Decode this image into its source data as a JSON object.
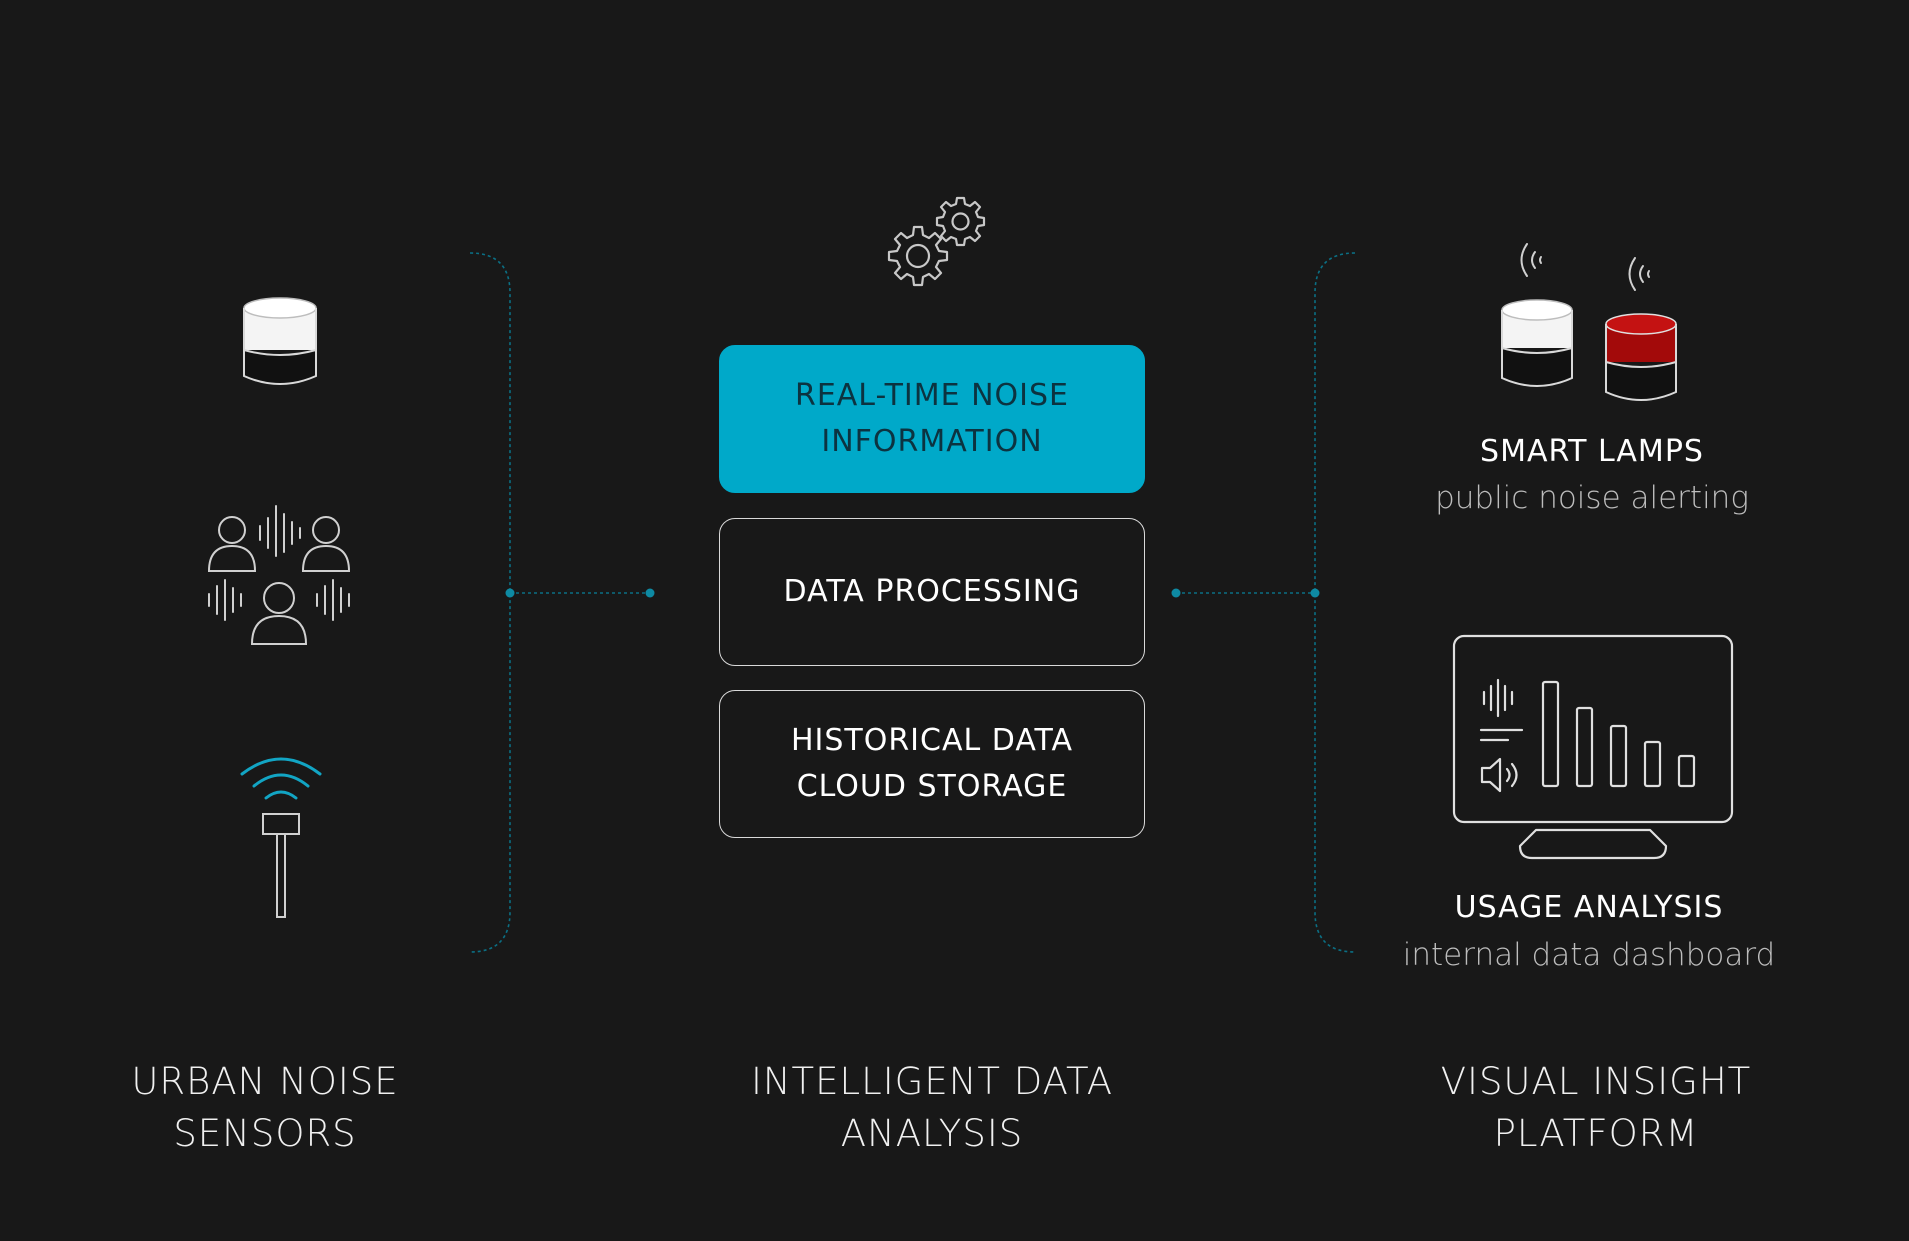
{
  "columns": {
    "sensors": {
      "label": "URBAN NOISE\nSENSORS"
    },
    "analysis": {
      "label": "INTELLIGENT DATA\nANALYSIS"
    },
    "platform": {
      "label": "VISUAL INSIGHT\nPLATFORM"
    }
  },
  "analysis_boxes": [
    {
      "label": "REAL-TIME NOISE\nINFORMATION",
      "highlighted": true
    },
    {
      "label": "DATA PROCESSING",
      "highlighted": false
    },
    {
      "label": "HISTORICAL DATA\nCLOUD STORAGE",
      "highlighted": false
    }
  ],
  "outputs": {
    "smart_lamps": {
      "title": "SMART LAMPS",
      "subtitle": "public noise alerting"
    },
    "usage_analysis": {
      "title": "USAGE ANALYSIS",
      "subtitle": "internal data dashboard"
    }
  },
  "icons": {
    "sensor_1": "smart-lamp-icon",
    "sensor_2": "people-noise-icon",
    "sensor_3": "wireless-sensor-icon",
    "analysis": "gears-icon",
    "output_1": "smart-lamps-pair-icon",
    "output_2": "dashboard-monitor-icon"
  },
  "colors": {
    "background": "#181818",
    "accent": "#00a9c9",
    "connector": "#0b6f84",
    "alert_red": "#a30a0a",
    "outline": "#d9d9d9"
  }
}
